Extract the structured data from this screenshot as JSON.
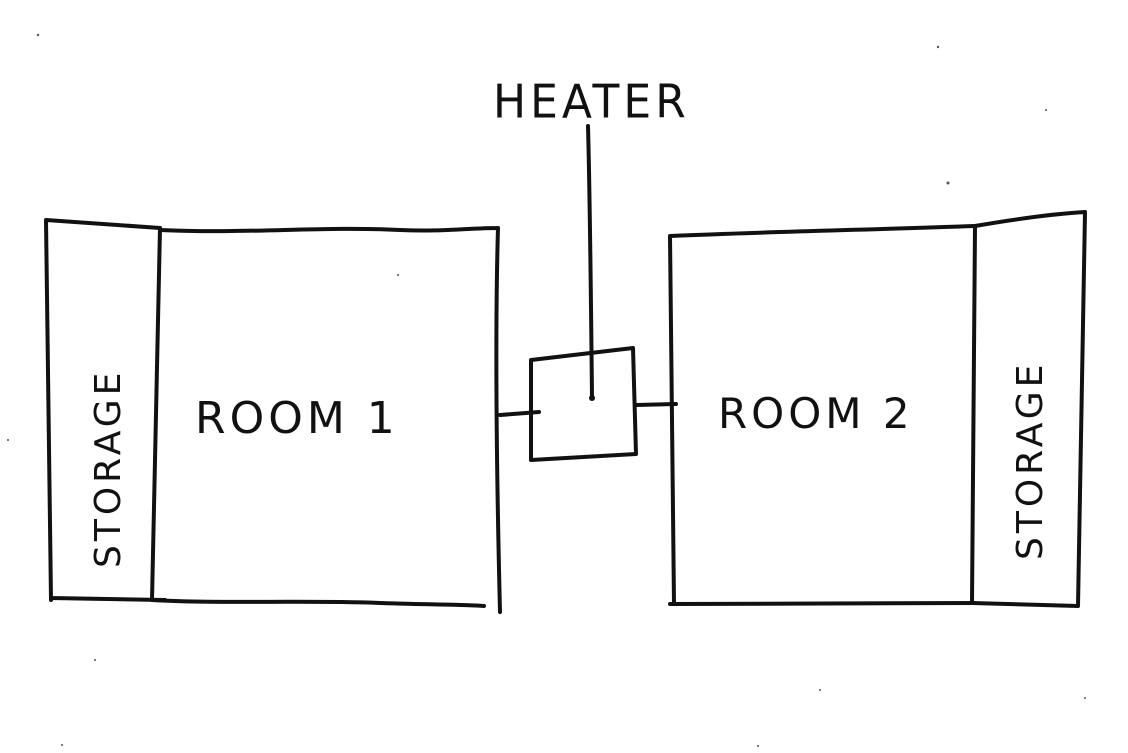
{
  "diagram": {
    "heater_label": "HEATER",
    "room1_label": "ROOM 1",
    "room2_label": "ROOM 2",
    "storage_left_label": "STORAGE",
    "storage_right_label": "STORAGE"
  },
  "colors": {
    "ink": "#111111",
    "paper": "#ffffff"
  }
}
